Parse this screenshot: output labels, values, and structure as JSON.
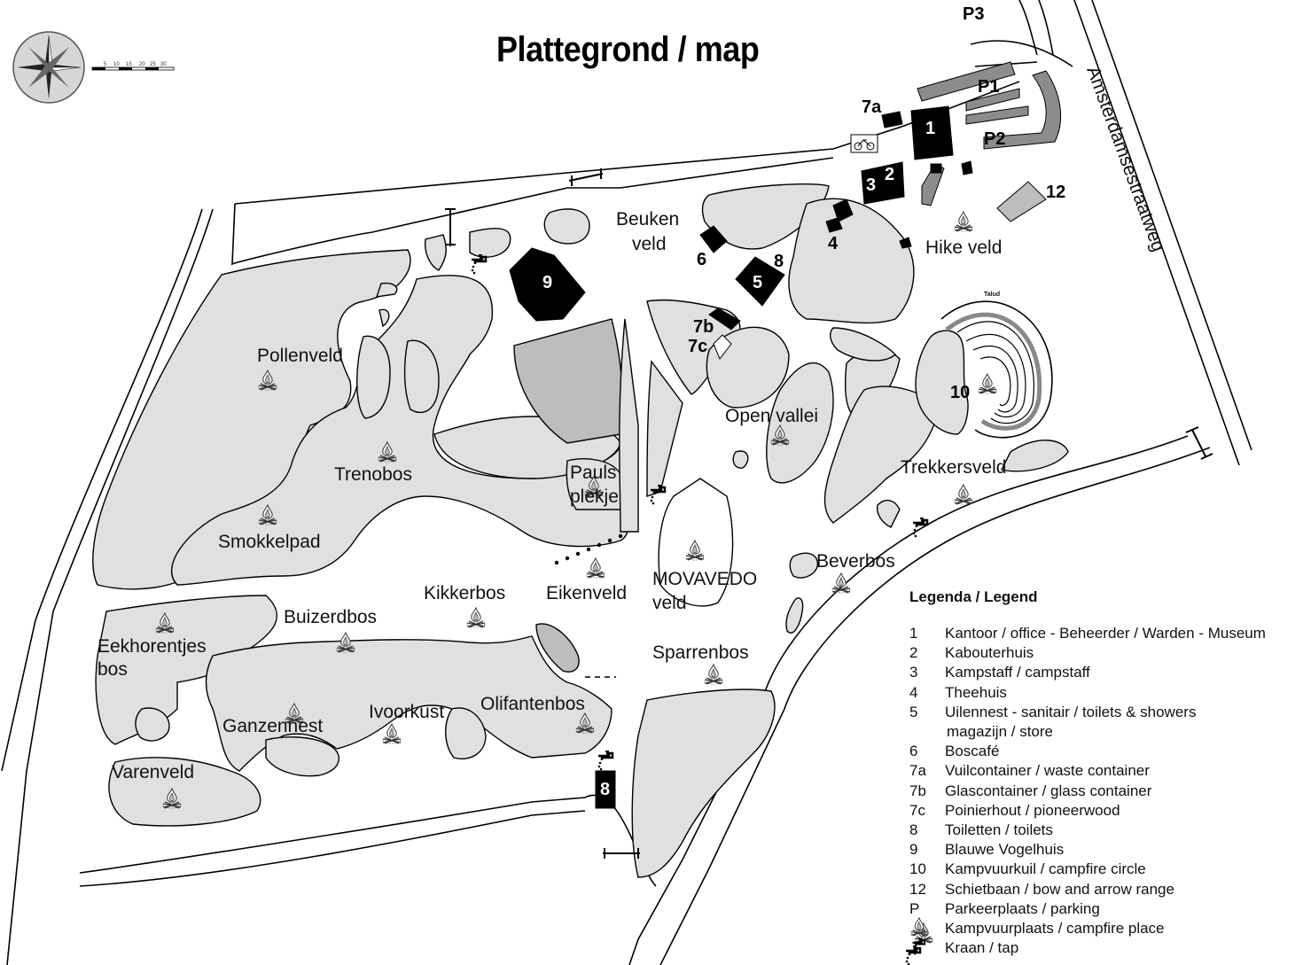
{
  "title": "Plattegrond / map",
  "scale_labels": [
    "5",
    "10",
    "15",
    "20",
    "25",
    "30"
  ],
  "road_label": "Amsterdamsestraatweg",
  "talud_label": "Talud",
  "areas": {
    "pollenveld": "Pollenveld",
    "trenobos": "Trenobos",
    "smokkelpad": "Smokkelpad",
    "kikkerbos": "Kikkerbos",
    "buizerdbos": "Buizerdbos",
    "eekhorentjes_bos_1": "Eekhorentjes",
    "eekhorentjes_bos_2": "bos",
    "ganzennest": "Ganzennest",
    "ivoorkust": "Ivoorkust",
    "olifantenbos": "Olifantenbos",
    "varenveld": "Varenveld",
    "pauls_plekje_1": "Pauls",
    "pauls_plekje_2": "plekje",
    "eikenveld": "Eikenveld",
    "beuken_veld_1": "Beuken",
    "beuken_veld_2": "veld",
    "open_vallei": "Open vallei",
    "movavedo_veld_1": "MOVAVEDO",
    "movavedo_veld_2": "veld",
    "sparrenbos": "Sparrenbos",
    "beverbos": "Beverbos",
    "trekkersveld": "Trekkersveld",
    "hike_veld": "Hike veld"
  },
  "markers": {
    "m1": "1",
    "m2": "2",
    "m3": "3",
    "m4": "4",
    "m5": "5",
    "m6": "6",
    "m7a": "7a",
    "m7b": "7b",
    "m7c": "7c",
    "m8_top": "8",
    "m8_bottom": "8",
    "m9": "9",
    "m10": "10",
    "m12": "12",
    "p1": "P1",
    "p2": "P2",
    "p3": "P3"
  },
  "legend": {
    "title": "Legenda / Legend",
    "items": [
      {
        "key": "1",
        "text": "Kantoor / office - Beheerder / Warden - Museum"
      },
      {
        "key": "2",
        "text": "Kabouterhuis"
      },
      {
        "key": "3",
        "text": "Kampstaff / campstaff"
      },
      {
        "key": "4",
        "text": "Theehuis"
      },
      {
        "key": "5",
        "text": "Uilennest - sanitair / toilets & showers"
      },
      {
        "key": "",
        "text": "magazijn / store"
      },
      {
        "key": "6",
        "text": "Boscafé"
      },
      {
        "key": "7a",
        "text": "Vuilcontainer / waste container"
      },
      {
        "key": "7b",
        "text": "Glascontainer / glass container"
      },
      {
        "key": "7c",
        "text": "Poinierhout / pioneerwood"
      },
      {
        "key": "8",
        "text": "Toiletten / toilets"
      },
      {
        "key": "9",
        "text": "Blauwe Vogelhuis"
      },
      {
        "key": "10",
        "text": "Kampvuurkuil / campfire circle"
      },
      {
        "key": "12",
        "text": "Schietbaan / bow and arrow range"
      },
      {
        "key": "P",
        "text": "Parkeerplaats / parking"
      },
      {
        "key": "campfire-icon",
        "text": "Kampvuurplaats / campfire place"
      },
      {
        "key": "tap-icon",
        "text": "Kraan / tap"
      }
    ]
  },
  "colors": {
    "forest": "#e0e0e0",
    "lake": "#bdbdbd",
    "building": "#000000",
    "parking": "#8c8c8c",
    "outline": "#000000"
  }
}
